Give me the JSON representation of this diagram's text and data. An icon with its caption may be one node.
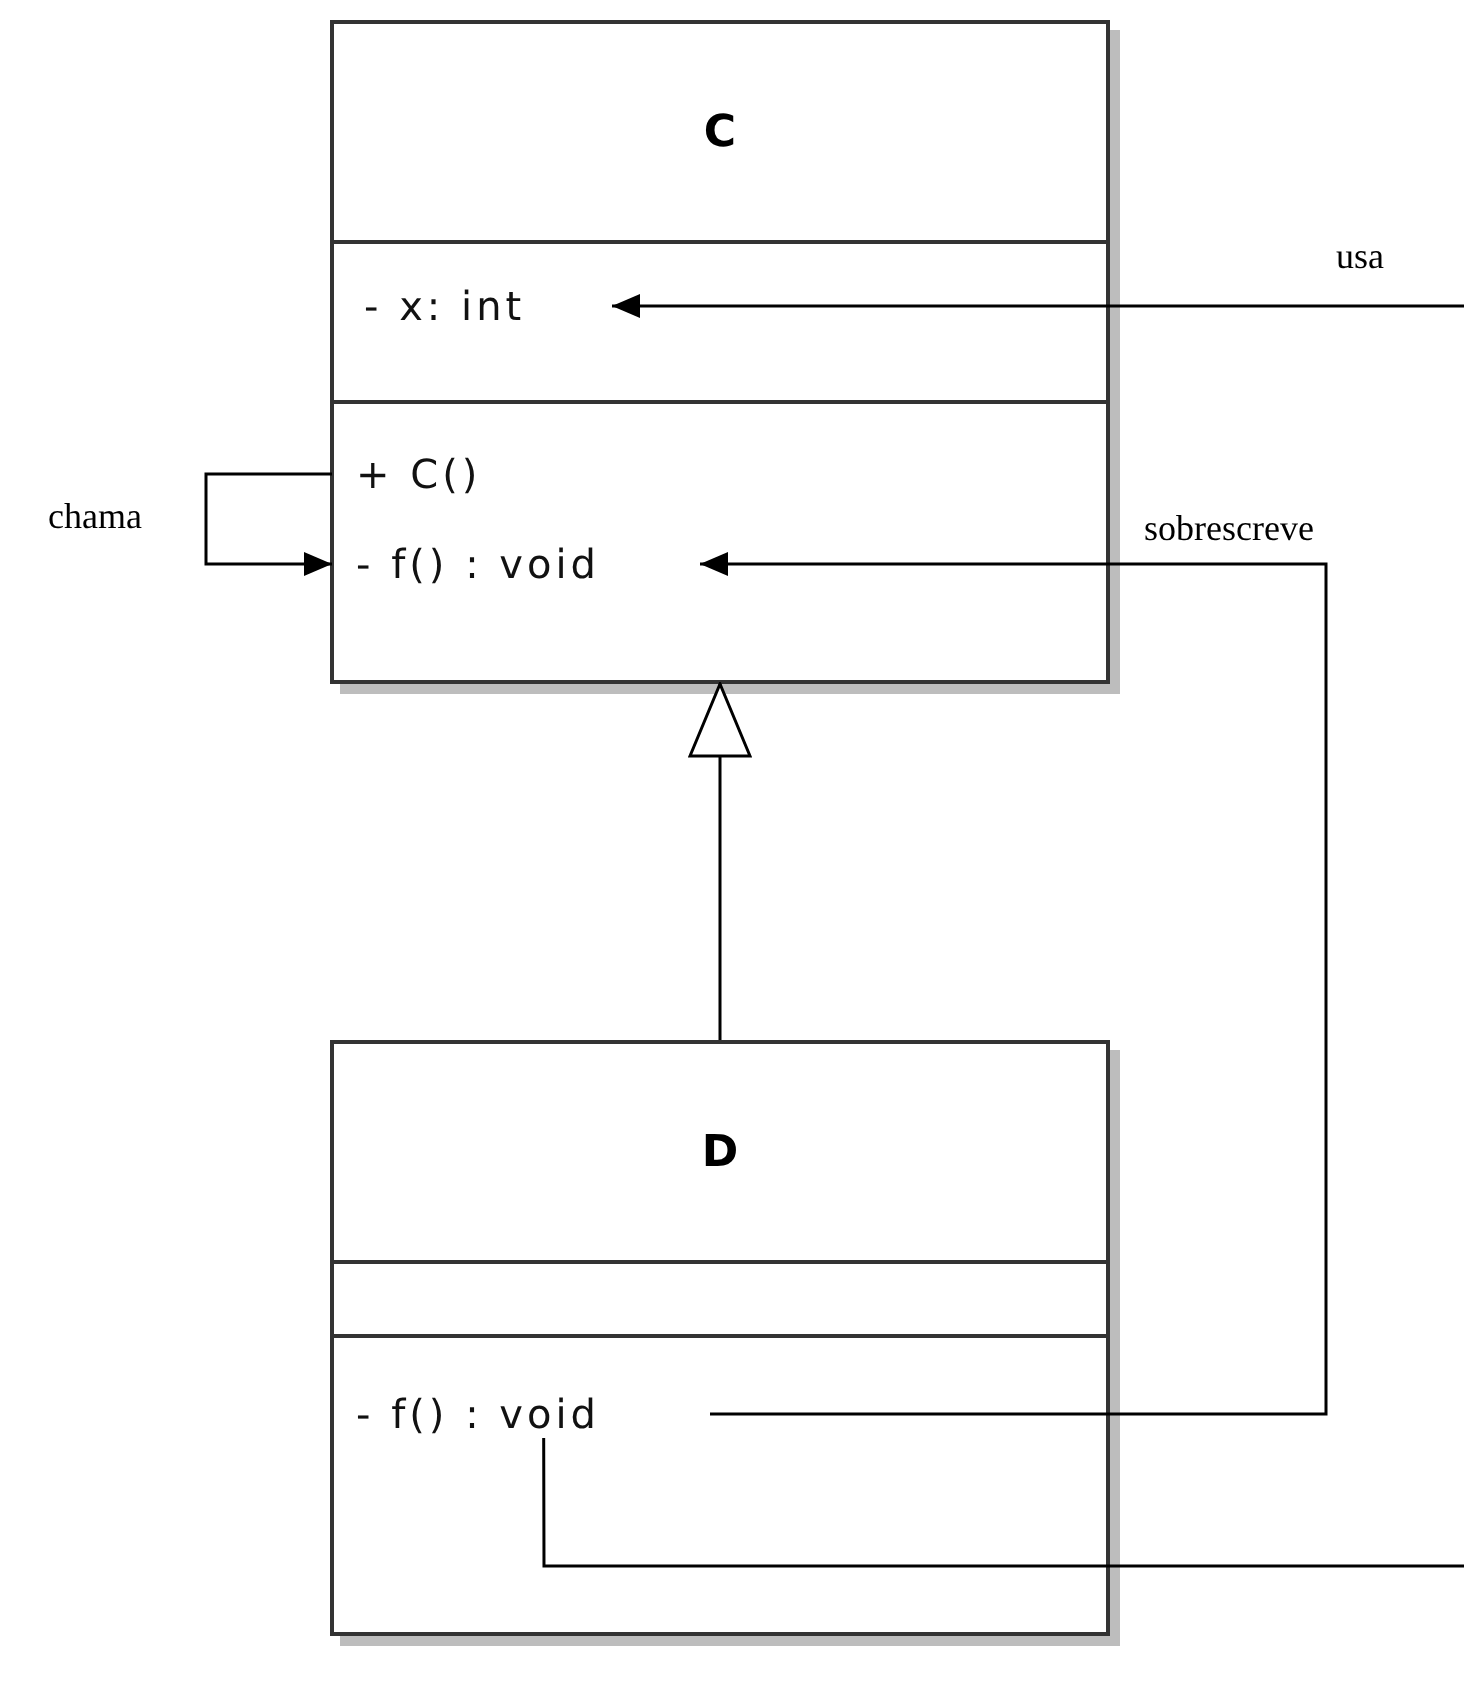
{
  "diagram": {
    "nodes": [
      {
        "text": [
          "C"
        ]
      },
      {
        "text": [
          "- x: int"
        ],
        "in": 0
      },
      {
        "text": [
          "+ C()"
        ],
        "in": 0
      },
      {
        "text": [
          "- f() : void"
        ],
        "in": 0
      },
      {
        "text": [
          "D"
        ]
      },
      {
        "text": [
          "- f() : void"
        ],
        "in": 4
      }
    ],
    "edges": [
      {
        "from": null,
        "to": 1,
        "arrow": "to",
        "label": "usa"
      },
      {
        "from": 5,
        "to": 3,
        "arrow": "to",
        "label": "sobrescreve"
      },
      {
        "from": 2,
        "to": 3,
        "arrow": "to",
        "label": "chama"
      },
      {
        "from": 5,
        "to": null,
        "arrow": "none"
      },
      {
        "from": 4,
        "to": 0,
        "arrow": "to"
      }
    ]
  }
}
